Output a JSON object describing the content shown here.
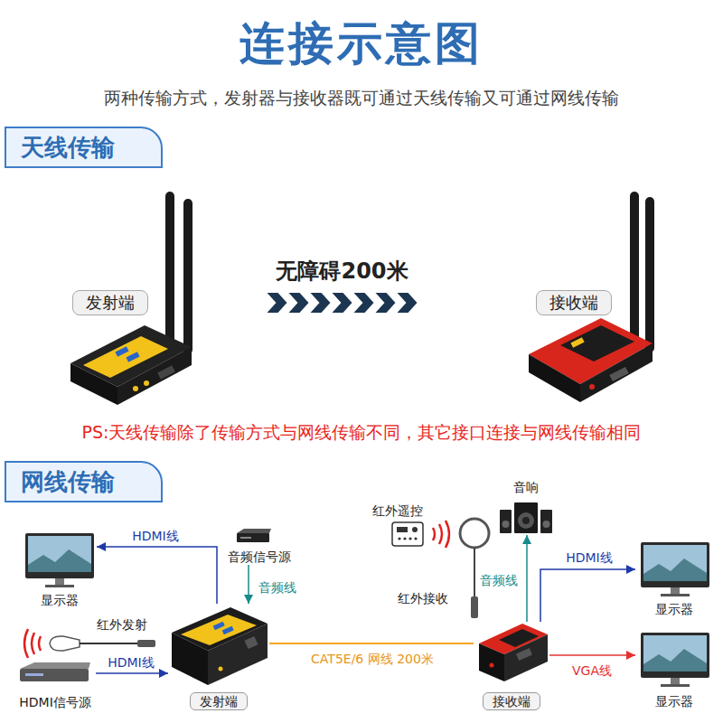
{
  "diagram": {
    "title": "连接示意图",
    "nodes": [
      {
        "text": [
          "天线传输"
        ]
      },
      {
        "text": [
          "发射端"
        ]
      },
      {
        "text": [
          "接收端"
        ]
      },
      {
        "text": [
          "网线传输"
        ]
      },
      {
        "text": [
          "音响"
        ]
      },
      {
        "text": [
          "显示器"
        ]
      },
      {
        "text": [
          "音频信号源"
        ]
      },
      {
        "text": [
          "显示器"
        ]
      },
      {
        "text": [
          "发射端"
        ]
      },
      {
        "text": [
          "接收端"
        ]
      },
      {
        "text": [
          "HDMI信号源"
        ]
      },
      {
        "text": [
          "显示器"
        ]
      }
    ],
    "edges": [
      {
        "from": 1,
        "to": 2,
        "label": "无障碍200米",
        "arrow": "to"
      },
      {
        "from": 8,
        "to": 5,
        "label": "HDMI线",
        "arrow": "to"
      },
      {
        "from": 6,
        "to": 8,
        "label": "音频线",
        "arrow": "to"
      },
      {
        "from": 10,
        "to": 8,
        "label": "HDMI线",
        "arrow": "to"
      },
      {
        "from": 8,
        "to": 9,
        "label": "CAT5E/6 网线 200米",
        "arrow": "none"
      },
      {
        "from": 9,
        "to": 4,
        "label": "音频线",
        "arrow": "to"
      },
      {
        "from": 9,
        "to": 7,
        "label": "HDMI线",
        "arrow": "to"
      },
      {
        "from": 9,
        "to": 11,
        "label": "VGA线",
        "arrow": "to"
      }
    ],
    "labels": [
      "两种传输方式，发射器与接收器既可通过天线传输又可通过网线传输",
      "PS:天线传输除了传输方式与网线传输不同，其它接口连接与网线传输相同",
      "红外遥控",
      "红外接收",
      "红外发射"
    ]
  }
}
